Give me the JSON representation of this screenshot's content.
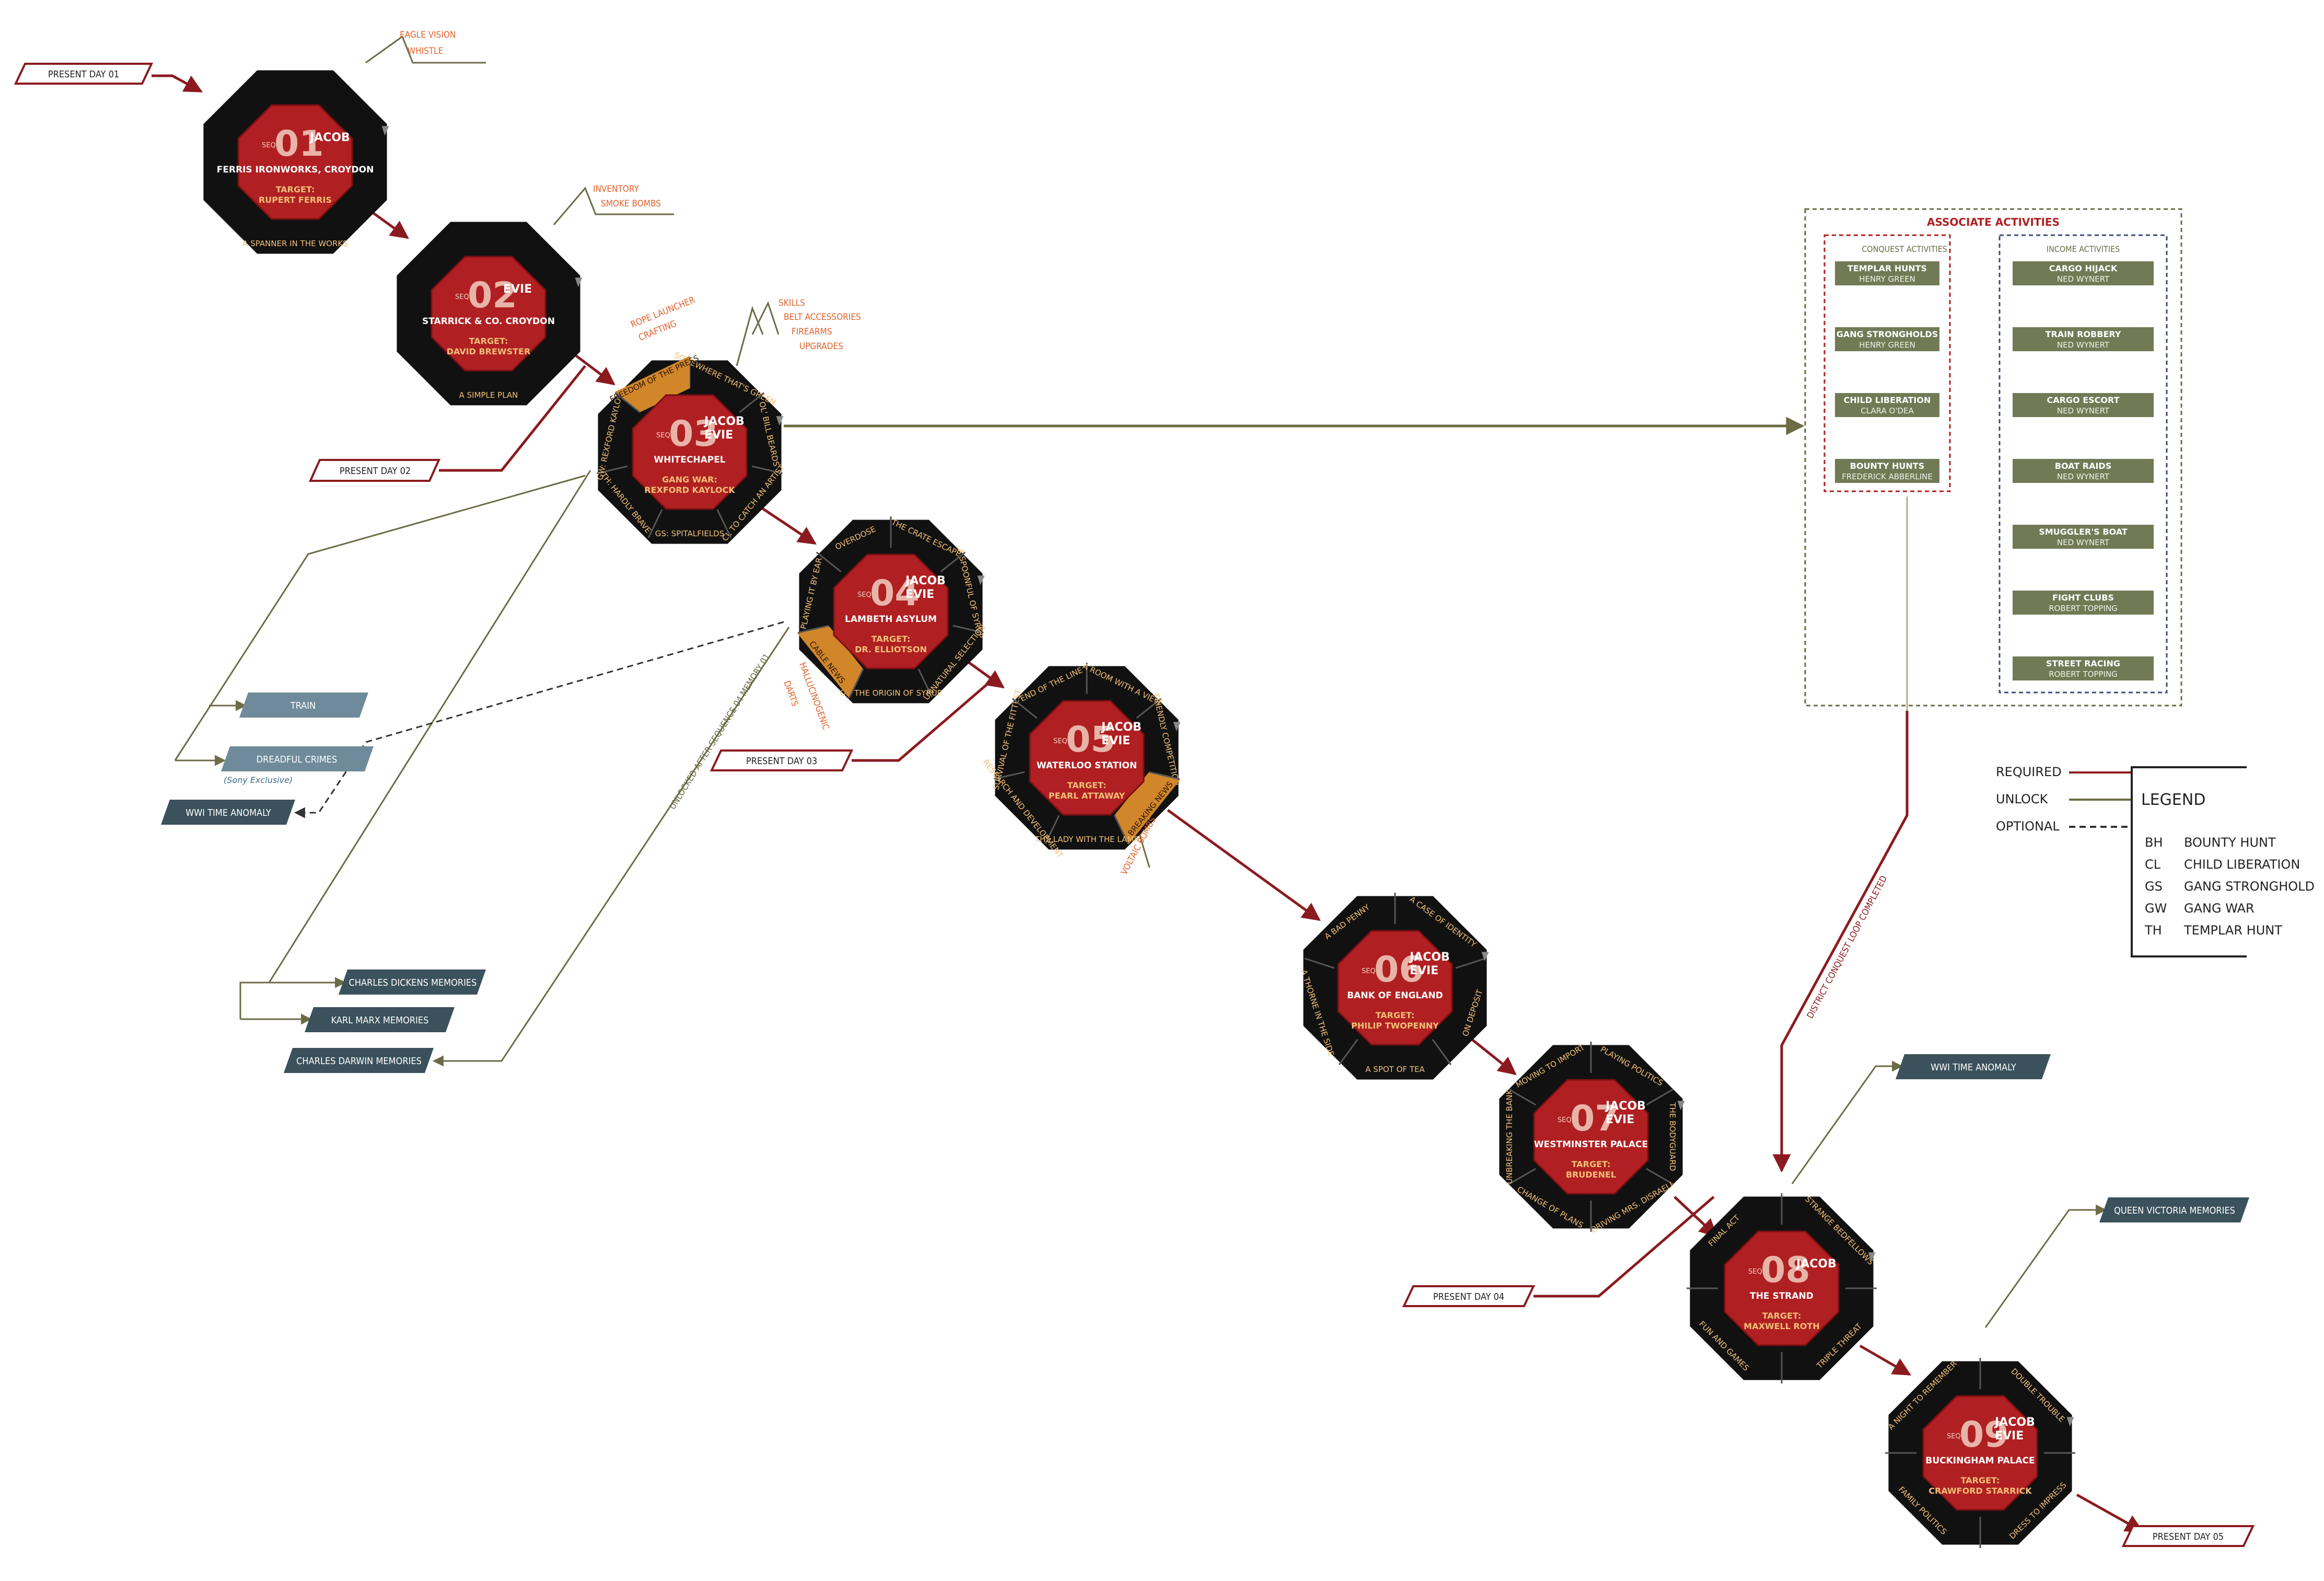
{
  "colors": {
    "required": "#8b1a1f",
    "unlock": "#6b6b45",
    "optional": "#333333",
    "octagon_outer": "#111111",
    "octagon_inner": "#b01f22",
    "highlight": "#d2862a",
    "activity_box": "#717a55",
    "memory_box": "#3b525c",
    "train_box": "#6f8b9b",
    "orange_text": "#e2622b",
    "gold_text": "#f2c078"
  },
  "sequences": [
    {
      "seq_label": "SEQ.",
      "number": "01",
      "characters": [
        "JACOB"
      ],
      "location": "FERRIS IRONWORKS, CROYDON",
      "target": [
        "TARGET:",
        "RUPERT FERRIS"
      ],
      "missions": [
        "A SPANNER IN THE WORKS"
      ],
      "highlighted": []
    },
    {
      "seq_label": "SEQ.",
      "number": "02",
      "characters": [
        "EVIE"
      ],
      "location": "STARRICK & CO. CROYDON",
      "target": [
        "TARGET:",
        "DAVID BREWSTER"
      ],
      "missions": [
        "A SIMPLE PLAN"
      ],
      "highlighted": []
    },
    {
      "seq_label": "SEQ.",
      "number": "03",
      "characters": [
        "JACOB",
        "EVIE"
      ],
      "location": "WHITECHAPEL",
      "target": [
        "GANG WAR:",
        "REXFORD KAYLOCK"
      ],
      "missions": [
        "SOMEWHERE THAT'S GREEN",
        "OL' BILL BEARDS",
        "CL TO CATCH AN ARTIST",
        "GS: SPITALFIELDS",
        "TH: HARDLY BRAVE",
        "GW: REXFORD KAYLOCK",
        "FREEDOM OF THE PRESS"
      ],
      "highlighted": [
        "FREEDOM OF THE PRESS"
      ]
    },
    {
      "seq_label": "SEQ.",
      "number": "04",
      "characters": [
        "JACOB",
        "EVIE"
      ],
      "location": "LAMBETH ASYLUM",
      "target": [
        "TARGET:",
        "DR. ELLIOTSON"
      ],
      "missions": [
        "THE CRATE ESCAPE",
        "A SPOONFUL OF SYRUP",
        "UNNATURAL SELECTION",
        "ON THE ORIGIN OF SYRUP",
        "CABLE NEWS",
        "PLAYING IT BY EAR",
        "OVERDOSE"
      ],
      "highlighted": [
        "CABLE NEWS"
      ]
    },
    {
      "seq_label": "SEQ.",
      "number": "05",
      "characters": [
        "JACOB",
        "EVIE"
      ],
      "location": "WATERLOO STATION",
      "target": [
        "TARGET:",
        "PEARL ATTAWAY"
      ],
      "missions": [
        "A ROOM WITH A VIEW",
        "FRIENDLY COMPETITION",
        "BREAKING NEWS",
        "THE LADY WITH THE LAMP",
        "RESEARCH AND DEVELOPMENT",
        "SURVIVAL OF THE FITTEST",
        "END OF THE LINE"
      ],
      "highlighted": [
        "BREAKING NEWS"
      ]
    },
    {
      "seq_label": "SEQ.",
      "number": "06",
      "characters": [
        "JACOB",
        "EVIE"
      ],
      "location": "BANK OF ENGLAND",
      "target": [
        "TARGET:",
        "PHILIP TWOPENNY"
      ],
      "missions": [
        "A CASE OF IDENTITY",
        "ON DEPOSIT",
        "A SPOT OF TEA",
        "A THORNE IN THE SIDE",
        "A BAD PENNY"
      ],
      "highlighted": []
    },
    {
      "seq_label": "SEQ.",
      "number": "07",
      "characters": [
        "JACOB",
        "EVIE"
      ],
      "location": "WESTMINSTER PALACE",
      "target": [
        "TARGET:",
        "BRUDENEL"
      ],
      "missions": [
        "PLAYING POLITICS",
        "THE BODYGUARD",
        "DRIVING MRS. DISRAELI",
        "CHANGE OF PLANS",
        "UNBREAKING THE BANK",
        "MOVING TO IMPORT"
      ],
      "highlighted": []
    },
    {
      "seq_label": "SEQ.",
      "number": "08",
      "characters": [
        "JACOB"
      ],
      "location": "THE STRAND",
      "target": [
        "TARGET:",
        "MAXWELL ROTH"
      ],
      "missions": [
        "STRANGE BEDFELLOWS",
        "TRIPLE THREAT",
        "FUN AND GAMES",
        "FINAL ACT"
      ],
      "highlighted": []
    },
    {
      "seq_label": "SEQ.",
      "number": "09",
      "characters": [
        "JACOB",
        "EVIE"
      ],
      "location": "BUCKINGHAM PALACE",
      "target": [
        "TARGET:",
        "CRAWFORD STARRICK"
      ],
      "missions": [
        "DOUBLE TROUBLE",
        "DRESS TO IMPRESS",
        "FAMILY POLITICS",
        "A NIGHT TO REMEMBER"
      ],
      "highlighted": []
    }
  ],
  "unlock_notes": [
    [
      "EAGLE VISION",
      "WHISTLE"
    ],
    [
      "INVENTORY",
      "SMOKE BOMBS"
    ],
    [
      "ROPE LAUNCHER",
      "CRAFTING"
    ],
    [
      "SKILLS",
      "BELT ACCESSORIES",
      "FIREARMS",
      "UPGRADES"
    ],
    [
      "HALLUCINOGENIC",
      "DARTS"
    ],
    [
      "VOLTAIC BOMBS"
    ]
  ],
  "present_day": [
    "PRESENT DAY 01",
    "PRESENT DAY 02",
    "PRESENT DAY 03",
    "PRESENT DAY 04",
    "PRESENT DAY 05"
  ],
  "side_boxes": {
    "train": "TRAIN",
    "dreadful_crimes": "DREADFUL CRIMES",
    "sony_note": "(Sony Exclusive)",
    "wwi_left": "WWI TIME ANOMALY",
    "dickens": "CHARLES DICKENS MEMORIES",
    "marx": "KARL MARX MEMORIES",
    "darwin": "CHARLES DARWIN MEMORIES",
    "wwi_right": "WWI TIME ANOMALY",
    "victoria": "QUEEN VICTORIA MEMORIES"
  },
  "diagonal_notes": {
    "memory_unlock": "UNLOCKED AFTER SEQUENCE 04 MEMORY 01",
    "conquest_loop": "DISTRICT CONQUEST LOOP COMPLETED"
  },
  "activities": {
    "title": "ASSOCIATE ACTIVITIES",
    "conquest_heading": "CONQUEST ACTIVITIES",
    "income_heading": "INCOME ACTIVITIES",
    "conquest": [
      {
        "name": "TEMPLAR HUNTS",
        "person": "HENRY GREEN"
      },
      {
        "name": "GANG STRONGHOLDS",
        "person": "HENRY GREEN"
      },
      {
        "name": "CHILD LIBERATION",
        "person": "CLARA O'DEA"
      },
      {
        "name": "BOUNTY HUNTS",
        "person": "FREDERICK ABBERLINE"
      }
    ],
    "income": [
      {
        "name": "CARGO HIJACK",
        "person": "NED WYNERT"
      },
      {
        "name": "TRAIN ROBBERY",
        "person": "NED WYNERT"
      },
      {
        "name": "CARGO ESCORT",
        "person": "NED WYNERT"
      },
      {
        "name": "BOAT RAIDS",
        "person": "NED WYNERT"
      },
      {
        "name": "SMUGGLER'S BOAT",
        "person": "NED WYNERT"
      },
      {
        "name": "FIGHT CLUBS",
        "person": "ROBERT TOPPING"
      },
      {
        "name": "STREET RACING",
        "person": "ROBERT TOPPING"
      }
    ]
  },
  "legend": {
    "title": "LEGEND",
    "line_types": [
      "REQUIRED",
      "UNLOCK",
      "OPTIONAL"
    ],
    "entries": [
      {
        "abbr": "BH",
        "meaning": "BOUNTY HUNT"
      },
      {
        "abbr": "CL",
        "meaning": "CHILD LIBERATION"
      },
      {
        "abbr": "GS",
        "meaning": "GANG STRONGHOLD"
      },
      {
        "abbr": "GW",
        "meaning": "GANG WAR"
      },
      {
        "abbr": "TH",
        "meaning": "TEMPLAR HUNT"
      }
    ]
  }
}
